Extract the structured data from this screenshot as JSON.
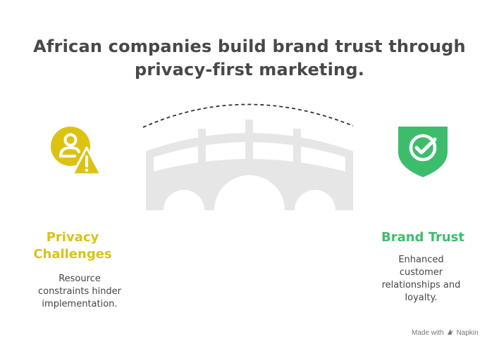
{
  "title": {
    "line1": "African companies build brand trust through",
    "line2": "privacy-first marketing."
  },
  "left": {
    "heading_line1": "Privacy",
    "heading_line2": "Challenges",
    "desc_line1": "Resource",
    "desc_line2": "constraints hinder",
    "desc_line3": "implementation.",
    "icon": "user-warning-icon",
    "color": "#dcc312"
  },
  "right": {
    "heading": "Brand Trust",
    "desc_line1": "Enhanced",
    "desc_line2": "customer",
    "desc_line3": "relationships and",
    "desc_line4": "loyalty.",
    "icon": "shield-check-icon",
    "color": "#3dbd6c"
  },
  "center": {
    "icon": "bridge-icon",
    "color": "#e6e6e6"
  },
  "footer": {
    "made_with": "Made with",
    "brand": "Napkin"
  }
}
